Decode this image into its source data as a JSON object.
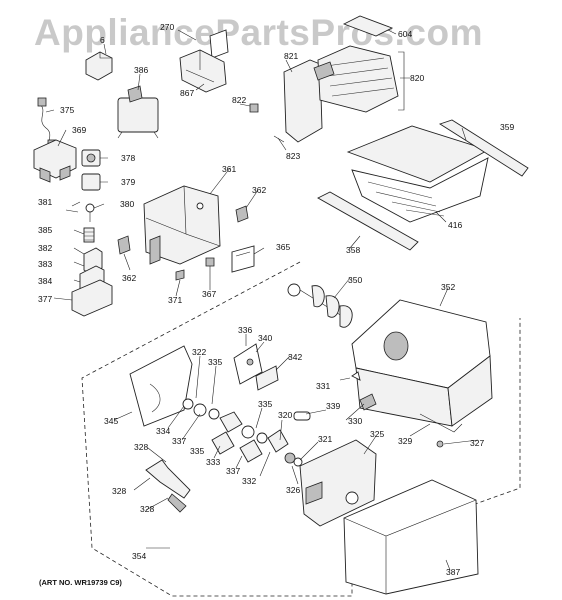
{
  "watermark": "AppliancePartsPros.com",
  "art_number": "(ART NO. WR19739 C9)",
  "callouts": [
    {
      "id": "c6",
      "text": "6"
    },
    {
      "id": "c270",
      "text": "270"
    },
    {
      "id": "c604",
      "text": "604"
    },
    {
      "id": "c386",
      "text": "386"
    },
    {
      "id": "c867",
      "text": "867"
    },
    {
      "id": "c821",
      "text": "821"
    },
    {
      "id": "c820",
      "text": "820"
    },
    {
      "id": "c375",
      "text": "375"
    },
    {
      "id": "c822",
      "text": "822"
    },
    {
      "id": "c359",
      "text": "359"
    },
    {
      "id": "c369",
      "text": "369"
    },
    {
      "id": "c823",
      "text": "823"
    },
    {
      "id": "c378",
      "text": "378"
    },
    {
      "id": "c379",
      "text": "379"
    },
    {
      "id": "c361",
      "text": "361"
    },
    {
      "id": "c381",
      "text": "381"
    },
    {
      "id": "c380",
      "text": "380"
    },
    {
      "id": "c362a",
      "text": "362"
    },
    {
      "id": "c416",
      "text": "416"
    },
    {
      "id": "c385",
      "text": "385"
    },
    {
      "id": "c382",
      "text": "382"
    },
    {
      "id": "c358",
      "text": "358"
    },
    {
      "id": "c365",
      "text": "365"
    },
    {
      "id": "c383",
      "text": "383"
    },
    {
      "id": "c362b",
      "text": "362"
    },
    {
      "id": "c384",
      "text": "384"
    },
    {
      "id": "c371",
      "text": "371"
    },
    {
      "id": "c367",
      "text": "367"
    },
    {
      "id": "c350",
      "text": "350"
    },
    {
      "id": "c352",
      "text": "352"
    },
    {
      "id": "c377",
      "text": "377"
    },
    {
      "id": "c336",
      "text": "336"
    },
    {
      "id": "c340",
      "text": "340"
    },
    {
      "id": "c322",
      "text": "322"
    },
    {
      "id": "c342",
      "text": "342"
    },
    {
      "id": "c335a",
      "text": "335"
    },
    {
      "id": "c331",
      "text": "331"
    },
    {
      "id": "c345",
      "text": "345"
    },
    {
      "id": "c334",
      "text": "334"
    },
    {
      "id": "c337a",
      "text": "337"
    },
    {
      "id": "c335b",
      "text": "335"
    },
    {
      "id": "c339",
      "text": "339"
    },
    {
      "id": "c320",
      "text": "320"
    },
    {
      "id": "c330",
      "text": "330"
    },
    {
      "id": "c335c",
      "text": "335"
    },
    {
      "id": "c329",
      "text": "329"
    },
    {
      "id": "c327",
      "text": "327"
    },
    {
      "id": "c325",
      "text": "325"
    },
    {
      "id": "c333",
      "text": "333"
    },
    {
      "id": "c337b",
      "text": "337"
    },
    {
      "id": "c321",
      "text": "321"
    },
    {
      "id": "c328a",
      "text": "328"
    },
    {
      "id": "c332",
      "text": "332"
    },
    {
      "id": "c326",
      "text": "326"
    },
    {
      "id": "c328b",
      "text": "328"
    },
    {
      "id": "c328c",
      "text": "328"
    },
    {
      "id": "c354",
      "text": "354"
    },
    {
      "id": "c387",
      "text": "387"
    }
  ]
}
